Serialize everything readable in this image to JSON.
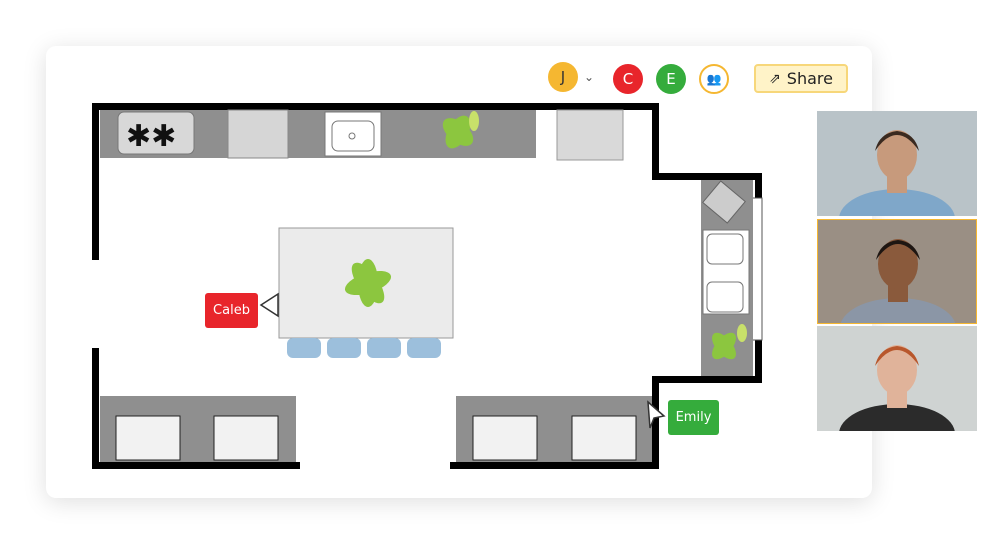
{
  "collaborators": [
    {
      "initial": "J",
      "color": "#f5b731",
      "name": "J"
    },
    {
      "initial": "C",
      "color": "#e8252b",
      "name": "C"
    },
    {
      "initial": "E",
      "color": "#35ac3c",
      "name": "E"
    }
  ],
  "toolbar": {
    "share_label": "Share",
    "accent": "#f7d77a"
  },
  "cursors": [
    {
      "name": "Caleb",
      "color": "#e8252b"
    },
    {
      "name": "Emily",
      "color": "#35ac3c"
    }
  ],
  "video_participants": [
    {
      "bg": "#b9c3c8",
      "skin": "#c79a7c",
      "shirt": "#7fa7c9",
      "hair": "#3a2a20"
    },
    {
      "bg": "#9a8f84",
      "skin": "#8a5a3c",
      "shirt": "#8b96a6",
      "hair": "#1e1612"
    },
    {
      "bg": "#cfd3d2",
      "skin": "#e0b39a",
      "shirt": "#2b2b2b",
      "hair": "#b8572c"
    }
  ]
}
